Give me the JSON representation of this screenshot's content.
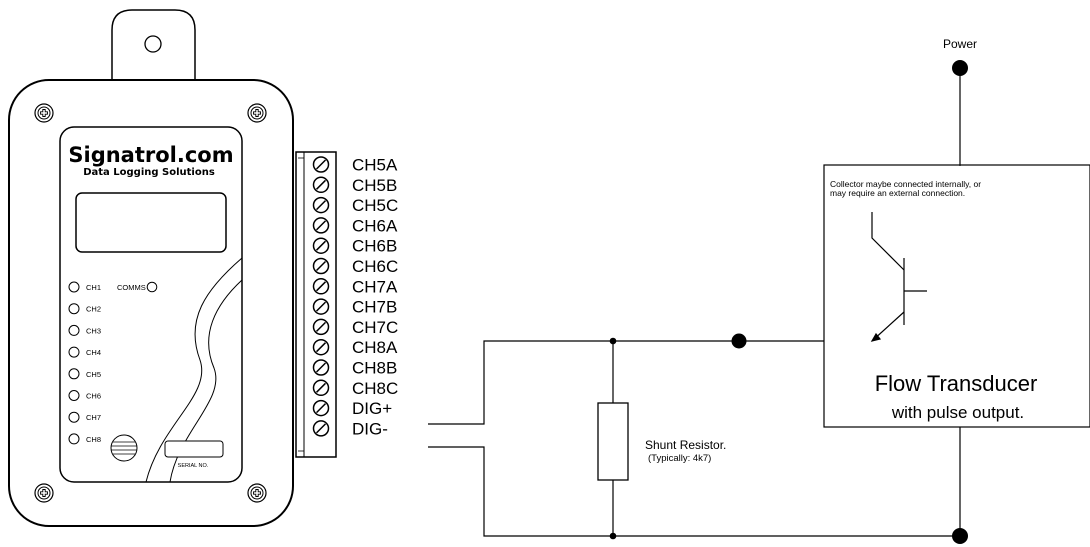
{
  "logger": {
    "brand": "Signatrol.com",
    "tagline": "Data Logging Solutions",
    "channels": [
      "CH1",
      "CH2",
      "CH3",
      "CH4",
      "CH5",
      "CH6",
      "CH7",
      "CH8"
    ],
    "comms": "COMMS",
    "serial": "SERIAL NO."
  },
  "terminals": [
    "CH5A",
    "CH5B",
    "CH5C",
    "CH6A",
    "CH6B",
    "CH6C",
    "CH7A",
    "CH7B",
    "CH7C",
    "CH8A",
    "CH8B",
    "CH8C",
    "DIG+",
    "DIG-"
  ],
  "circuit": {
    "power": "Power",
    "collector_note_1": "Collector maybe connected internally, or",
    "collector_note_2": "may require an external connection.",
    "transducer_title": "Flow Transducer",
    "transducer_subtitle": "with pulse output.",
    "resistor_label": "Shunt Resistor.",
    "resistor_value": "(Typically: 4k7)"
  }
}
